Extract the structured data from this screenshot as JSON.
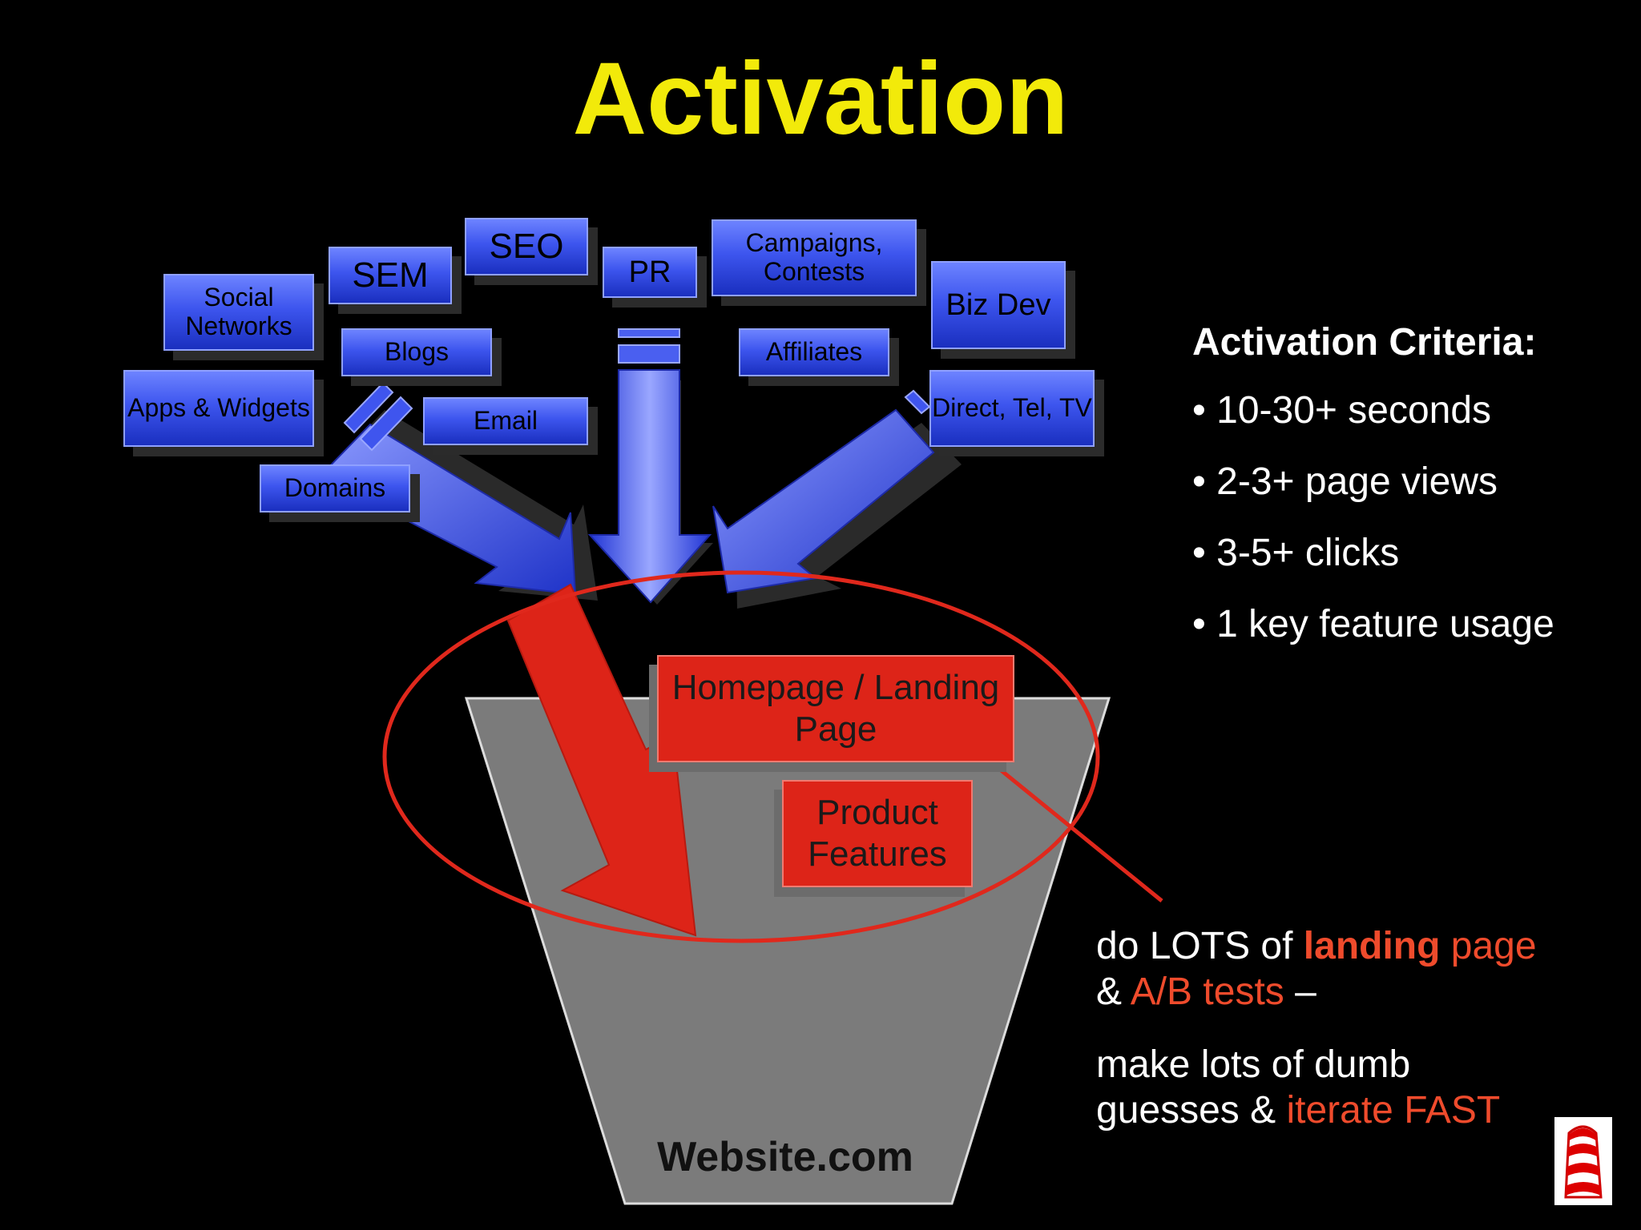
{
  "title": "Activation",
  "sources": {
    "social_networks": "Social Networks",
    "sem": "SEM",
    "seo": "SEO",
    "pr": "PR",
    "campaigns": "Campaigns, Contests",
    "biz_dev": "Biz Dev",
    "blogs": "Blogs",
    "affiliates": "Affiliates",
    "apps_widgets": "Apps & Widgets",
    "email": "Email",
    "direct": "Direct, Tel, TV",
    "domains": "Domains"
  },
  "funnel": {
    "homepage": "Homepage / Landing Page",
    "product_features": "Product Features",
    "site": "Website.com"
  },
  "criteria": {
    "heading": "Activation Criteria:",
    "items": [
      "• 10-30+ seconds",
      "• 2-3+ page views",
      "• 3-5+ clicks",
      "• 1 key feature usage"
    ]
  },
  "note": {
    "l1_a": "do LOTS of ",
    "l1_b": "landing",
    "l1_c": " page",
    "l2_a": "& ",
    "l2_b": "A/B tests",
    "l2_c": " –",
    "l3": "make lots of dumb",
    "l4_a": "guesses & ",
    "l4_b": "iterate FAST"
  },
  "colors": {
    "title": "#f2ea0a",
    "source_box": "#3d55ee",
    "funnel": "#7b7b7b",
    "highlight": "#dd2418",
    "accent_text": "#ef4b2c"
  },
  "icons": [
    "cat-in-the-hat-icon"
  ]
}
